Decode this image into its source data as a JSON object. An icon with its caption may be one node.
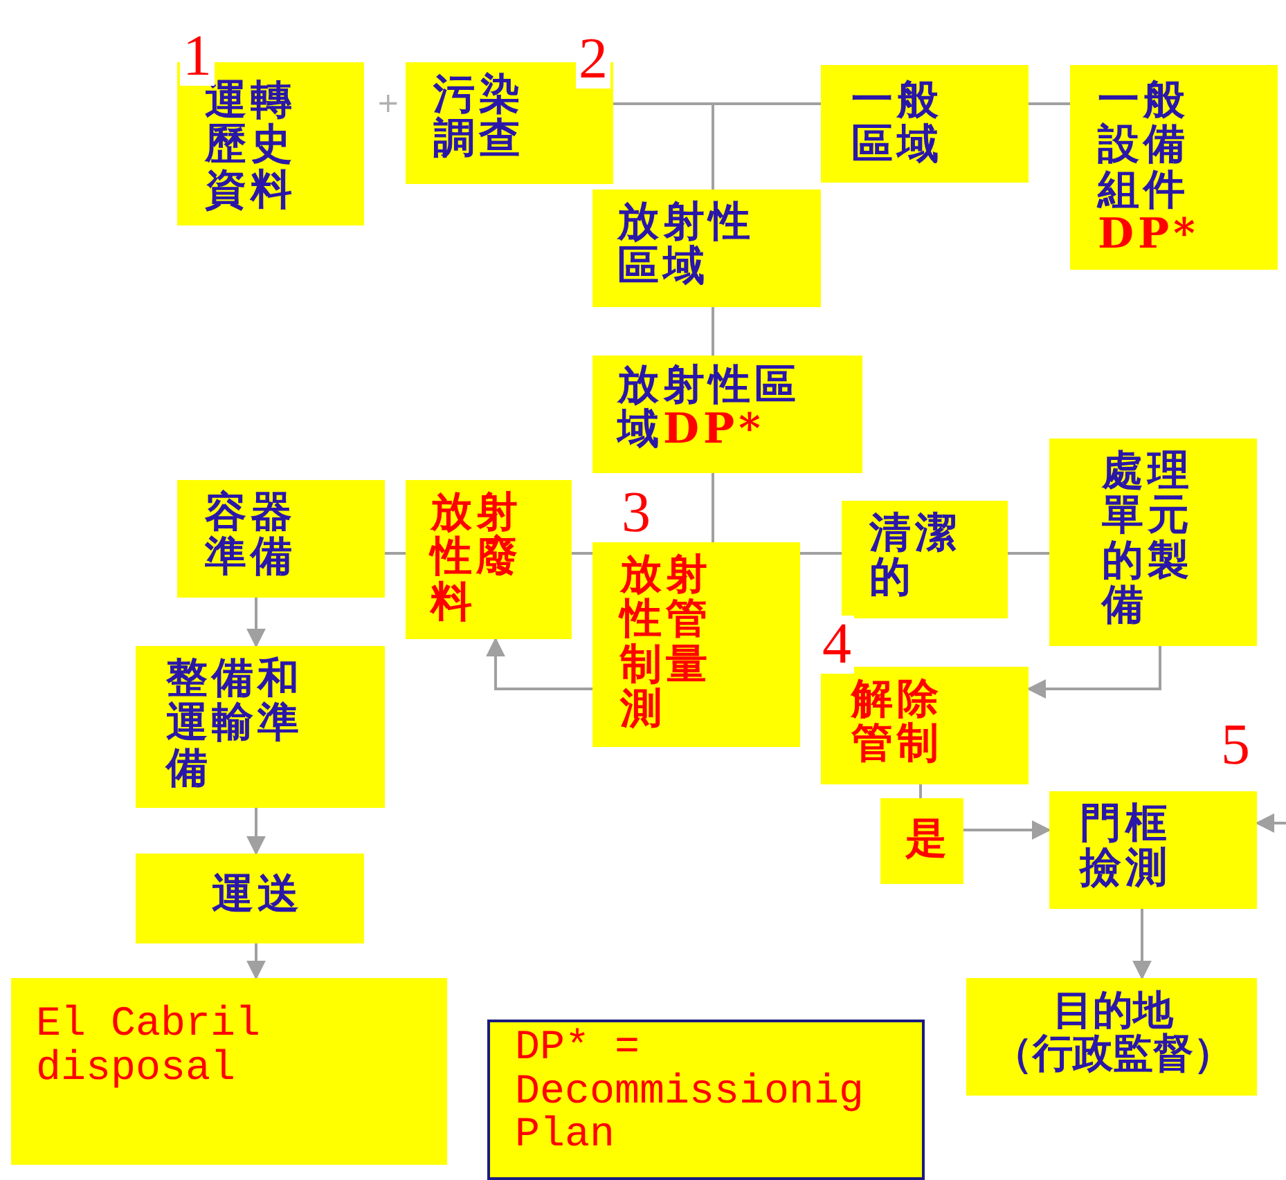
{
  "diagram": {
    "nodes": [
      {
        "text": [
          "運轉歷史資料"
        ]
      },
      {
        "text": [
          "污染調查"
        ]
      },
      {
        "text": [
          "一般區域"
        ]
      },
      {
        "text": [
          "一般設備組件",
          "DP*"
        ]
      },
      {
        "text": [
          "放射性區域"
        ]
      },
      {
        "text": [
          "放射性區域",
          "DP*"
        ]
      },
      {
        "text": [
          "容器準備"
        ]
      },
      {
        "text": [
          "放射性廢料"
        ]
      },
      {
        "text": [
          "放射性管制量測"
        ]
      },
      {
        "text": [
          "清潔的"
        ]
      },
      {
        "text": [
          "處理單元的製備"
        ]
      },
      {
        "text": [
          "解除管制"
        ]
      },
      {
        "text": [
          "整備和運輸準備"
        ]
      },
      {
        "text": [
          "是"
        ]
      },
      {
        "text": [
          "門框撿測"
        ]
      },
      {
        "text": [
          "運送"
        ]
      },
      {
        "text": [
          "El Cabril disposal"
        ]
      },
      {
        "text": [
          "目的地（行政監督）"
        ]
      }
    ],
    "edges": [
      {
        "from": 1,
        "to": 2,
        "arrow": "none"
      },
      {
        "from": 2,
        "to": 3,
        "arrow": "none"
      },
      {
        "from": 1,
        "to": 4,
        "arrow": "none"
      },
      {
        "from": 4,
        "to": 5,
        "arrow": "none"
      },
      {
        "from": 5,
        "to": 8,
        "arrow": "none"
      },
      {
        "from": 6,
        "to": 7,
        "arrow": "none"
      },
      {
        "from": 7,
        "to": 8,
        "arrow": "none"
      },
      {
        "from": 8,
        "to": 9,
        "arrow": "none"
      },
      {
        "from": 9,
        "to": 10,
        "arrow": "none"
      },
      {
        "from": 8,
        "to": 7,
        "arrow": "to"
      },
      {
        "from": 10,
        "to": 11,
        "arrow": "to"
      },
      {
        "from": 11,
        "to": 13,
        "arrow": "none"
      },
      {
        "from": 13,
        "to": 14,
        "arrow": "to"
      },
      {
        "from": null,
        "to": 14,
        "arrow": "to"
      },
      {
        "from": 14,
        "to": 17,
        "arrow": "to"
      },
      {
        "from": 6,
        "to": 12,
        "arrow": "to"
      },
      {
        "from": 12,
        "to": 15,
        "arrow": "to"
      },
      {
        "from": 15,
        "to": 16,
        "arrow": "to"
      }
    ],
    "labels": [
      "1",
      "+",
      "2",
      "3",
      "4",
      "5",
      "DP* = Decommissionig Plan"
    ]
  }
}
